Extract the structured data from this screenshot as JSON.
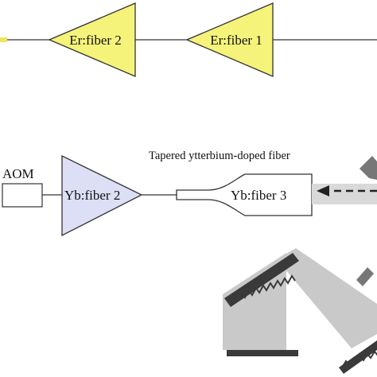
{
  "amplifiers": {
    "er_fiber_2": "Er:fiber 2",
    "er_fiber_1": "Er:fiber 1",
    "yb_fiber_2": "Yb:fiber 2",
    "yb_fiber_3": "Yb:fiber 3"
  },
  "labels": {
    "aom": "AOM",
    "tapered_fiber": "Tapered ytterbium-doped fiber"
  },
  "colors": {
    "er_fill": "#f5f37a",
    "yb_fill": "#dcdff5",
    "line": "#333333",
    "beam_gray": "#c9c9c9",
    "mirror_dark": "#3a3a3a",
    "seed_marker": "#f0e65a"
  },
  "icons": {
    "aom_block": "rectangle",
    "gratings": "sawtooth-mirror",
    "beam_arrow": "dashed-arrow-left"
  }
}
